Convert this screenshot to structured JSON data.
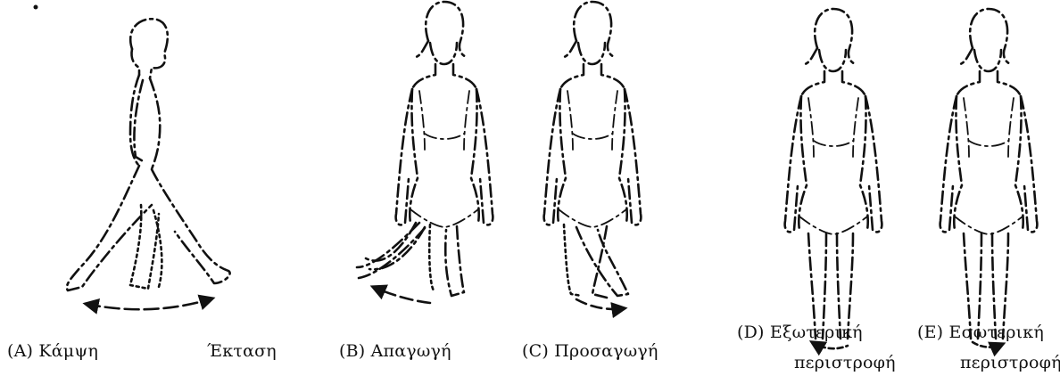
{
  "figures": [
    {
      "id": "A",
      "labels": [
        "(A)  Κάμψη",
        "Έκταση"
      ]
    },
    {
      "id": "B",
      "labels": [
        "(B)  Απαγωγή"
      ]
    },
    {
      "id": "C",
      "labels": [
        "(C)  Προσαγωγή"
      ]
    },
    {
      "id": "D",
      "labels": [
        "(D) Εξωτερική",
        "περιστροφή"
      ]
    },
    {
      "id": "E",
      "labels": [
        "(E) Εσωτερική",
        "περιστροφή"
      ]
    }
  ],
  "ink_color": "#111111"
}
